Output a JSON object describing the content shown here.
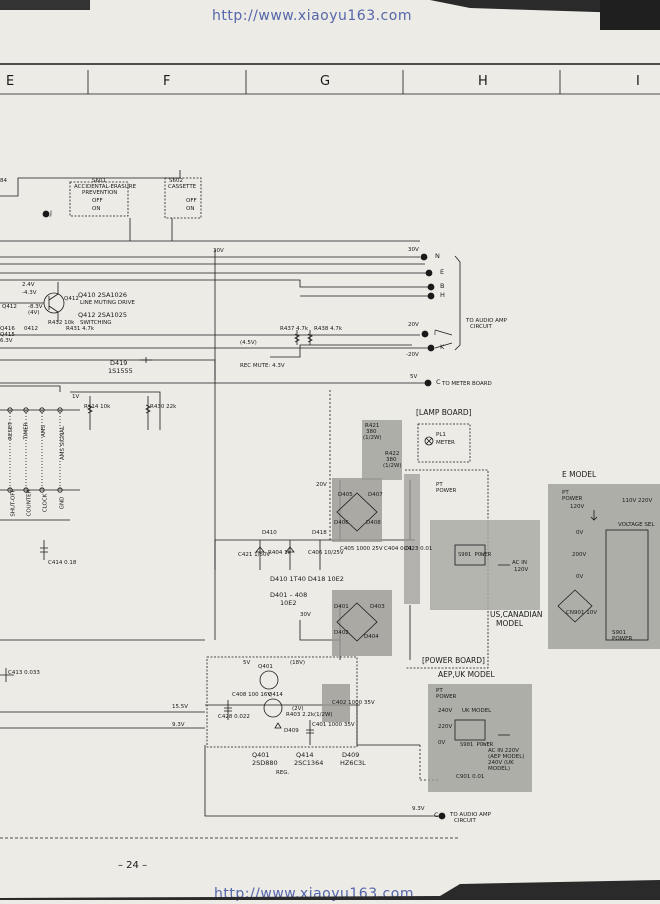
{
  "watermark_top": "http://www.xiaoyu163.com",
  "watermark_bottom": "http://www.xiaoyu163.com",
  "columns": [
    "E",
    "F",
    "G",
    "H",
    "I"
  ],
  "page_number": "– 24 –",
  "switches": {
    "s601": [
      "S601",
      "ACCIDENTAL-ERASURE",
      "PREVENTION",
      "OFF",
      "ON"
    ],
    "s602": [
      "S602",
      "CASSETTE",
      "OFF",
      "ON"
    ],
    "left_stub": "84"
  },
  "transistors": {
    "q410": "Q410  2SA1026",
    "q410_note": "LINE MUTING DRIVE",
    "q412": "Q412  2SA1025",
    "q412_note": "SWITCHING",
    "q412_id": "Q412",
    "d419": "D419",
    "d419_part": "1S1555"
  },
  "left_parts": [
    "Q412",
    "-8.3V",
    "(4V)",
    "Q416",
    "Q415",
    "6.3V",
    "R432 10k",
    "R431 4.7k",
    "-4.3V",
    "2.4V",
    "0412"
  ],
  "mid_parts": {
    "r437": "R437 4.7k",
    "r438": "R438 4.7k",
    "v145": "(4.5V)",
    "rec_mute": "REC MUTE: 4.3V",
    "v30_1": "30V",
    "v30_2": "30V",
    "v20": "20V",
    "vm20": "-20V",
    "v5": "5V",
    "r414": "R414 10k",
    "r430": "R430 22k",
    "v1": "1V"
  },
  "connectors": [
    "N",
    "E",
    "B",
    "H",
    "I",
    "K",
    "C",
    "J",
    "C"
  ],
  "notes": {
    "to_audio_amp": [
      "TO AUDIO AMP",
      "CIRCUIT"
    ],
    "to_meter_board": "TO METER BOARD",
    "to_audio_amp2": [
      "TO AUDIO AMP",
      "CIRCUIT"
    ]
  },
  "side_labels": [
    "RESET",
    "TIMER",
    "AMS",
    "AMS SIGNAL",
    "SHUT-OFF",
    "COUNTER",
    "CLOCK",
    "GND"
  ],
  "c414": "C414 0.18",
  "c413": "C413 0.033",
  "lamp_board": "[LAMP BOARD]",
  "pl1": [
    "PL1",
    "METER"
  ],
  "power_board": "[POWER BOARD]",
  "pt_power": [
    "PT",
    "POWER"
  ],
  "s901": "S901 POWER",
  "ac_in": [
    "AC IN",
    "120V"
  ],
  "us_canadian": [
    "US,CANADIAN",
    "MODEL"
  ],
  "e_model": "E MODEL",
  "e_model_parts": [
    "PT",
    "POWER",
    "120V",
    "110V 220V",
    "VOLTAGE SEL",
    "200V",
    "0V",
    "CN901 10V",
    "S901",
    "POWER",
    "0V"
  ],
  "aep_uk": "AEP,UK MODEL",
  "aep_parts": [
    "PT",
    "POWER",
    "240V",
    "UK MODEL",
    "220V",
    "0V",
    "S901 POWER",
    "AC IN 220V (AEP MODEL) 240V (UK MODEL)",
    "C901 0.01"
  ],
  "diode_parts": {
    "d410_lbl": "D410",
    "c421": "C421 1/50V",
    "r404": "R404 1k",
    "d418_lbl": "D418",
    "c406": "C406 10/25V",
    "c405": "C405 1000 25V",
    "c404": "C404 0.01",
    "c423": "C423 0.01",
    "d410_text": "D410  1T40  D418  10E2",
    "d401_text": "D401 – 408",
    "d401_text2": "10E2",
    "d405": "D405",
    "d407": "D407",
    "d402": "D402",
    "d404": "D404",
    "d403": "D403",
    "d401": "D401",
    "d406": "D406",
    "d408": "D408",
    "v30": "30V",
    "v20": "20V"
  },
  "regulator": {
    "q401": "Q401",
    "q414_lbl": "Q414",
    "d409_lbl": "D409",
    "c408": "C408 100 16V",
    "c428": "C428 0.022",
    "c401": "C401 1000 35V",
    "c402": "C402 1000 35V",
    "v5": "5V",
    "v18": "(18V)",
    "v155": "15.5V",
    "v93": "9.3V",
    "v93b": "9.3V",
    "v20b": "(2V)",
    "r403": "R403 2.2k(1/2W)",
    "caption_q401": "Q401",
    "caption_q401_part": "2SD880",
    "caption_q414": "Q414",
    "caption_q414_part": "2SC1364",
    "caption_d409": "D409",
    "caption_d409_part": "HZ6C3L",
    "caption_reg": "REG."
  },
  "lamp_parts": [
    "R421",
    "380",
    "(1/2W)",
    "R422",
    "380",
    "(1/2W)"
  ],
  "colors": {
    "ink": "#1a1a1a",
    "paper": "#ecebe6",
    "shade": "#9a9994",
    "shade_light": "#b6b5b0",
    "url": "#5566aa"
  }
}
